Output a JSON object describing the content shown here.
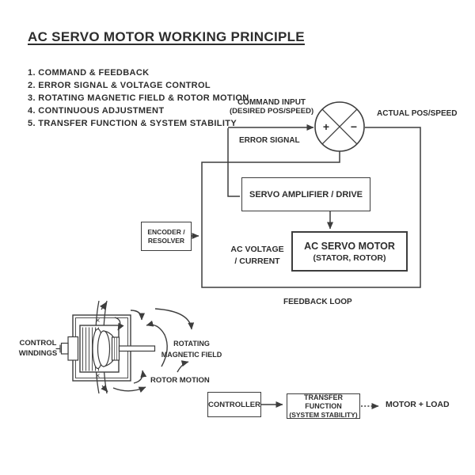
{
  "title": "AC SERVO MOTOR WORKING PRINCIPLE",
  "principles": [
    "1. COMMAND & FEEDBACK",
    "2. ERROR SIGNAL & VOLTAGE CONTROL",
    "3. ROTATING MAGNETIC FIELD & ROTOR MOTION",
    "4. CONTINUOUS ADJUSTMENT",
    "5. TRANSFER FUNCTION & SYSTEM STABILITY"
  ],
  "block_diagram": {
    "command_input": {
      "line1": "COMMAND INPUT",
      "line2": "(DESIRED POS/SPEED)"
    },
    "error_signal": "ERROR SIGNAL",
    "actual_pos_speed": "ACTUAL POS/SPEED",
    "summing_junction": {
      "plus": "+",
      "minus": "−"
    },
    "servo_amplifier": "SERVO AMPLIFIER / DRIVE",
    "encoder": {
      "line1": "ENCODER /",
      "line2": "RESOLVER"
    },
    "ac_voltage": {
      "line1": "AC VOLTAGE",
      "line2": "/ CURRENT"
    },
    "ac_servo_motor": {
      "line1": "AC SERVO MOTOR",
      "line2": "(STATOR, ROTOR)"
    },
    "feedback_loop_label": "FEEDBACK LOOP"
  },
  "motor_illustration": {
    "control_windings": {
      "line1": "CONTROL",
      "line2": "WINDINGS"
    },
    "rotating_field": {
      "line1": "ROTATING",
      "line2": "MAGNETIC FIELD"
    },
    "rotor_motion": "ROTOR MOTION"
  },
  "flow_chain": {
    "controller": "CONTROLLER",
    "transfer_function": {
      "line1": "TRANSFER FUNCTION",
      "line2": "(SYSTEM STABILITY)"
    },
    "motor_load": "MOTOR + LOAD"
  },
  "colors": {
    "ink": "#2d2d2d",
    "line": "#3d3d3d",
    "background": "#ffffff"
  }
}
